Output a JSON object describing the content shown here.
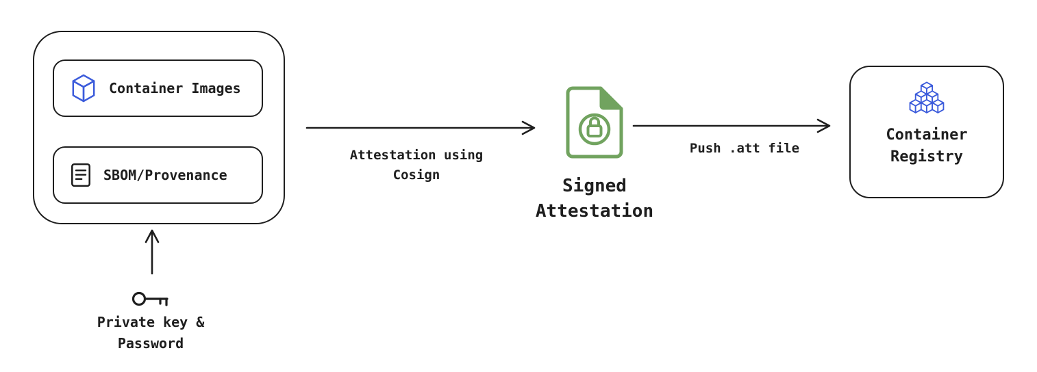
{
  "nodes": {
    "container_images": {
      "label": "Container Images",
      "icon": "cube-icon"
    },
    "sbom": {
      "label": "SBOM/Provenance",
      "icon": "document-icon"
    },
    "private_key": {
      "label": "Private key &\nPassword",
      "icon": "key-icon"
    },
    "signed_attestation": {
      "label": "Signed\nAttestation",
      "icon": "file-lock-icon"
    },
    "container_registry": {
      "label": "Container\nRegistry",
      "icon": "cubes-stack-icon"
    }
  },
  "arrows": {
    "attestation": {
      "label": "Attestation using\nCosign",
      "from": "source-group",
      "to": "signed-attestation"
    },
    "push": {
      "label": "Push .att file",
      "from": "signed-attestation",
      "to": "container-registry"
    },
    "key": {
      "from": "private-key",
      "to": "source-group"
    }
  },
  "colors": {
    "stroke": "#1e1e1e",
    "blue": "#3b5bdb",
    "green": "#71a35f",
    "background": "#ffffff"
  }
}
